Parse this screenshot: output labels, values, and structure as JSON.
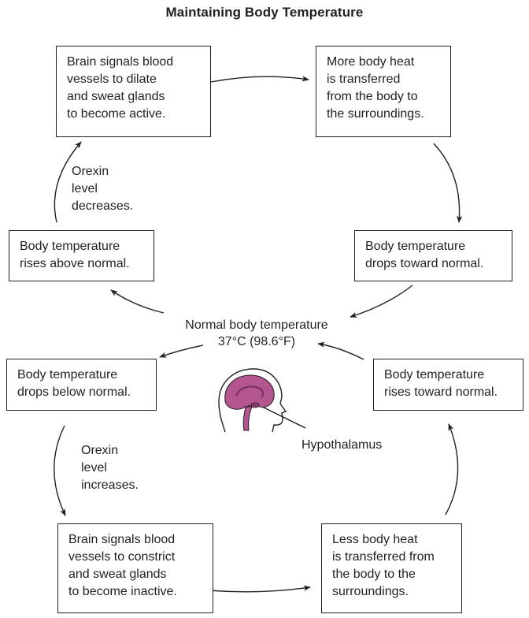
{
  "title": "Maintaining Body Temperature",
  "top_cycle": {
    "brain_signal": "Brain signals blood\nvessels to dilate\nand sweat glands\nto become active.",
    "more_heat": "More body heat\nis transferred\nfrom the body to\nthe surroundings.",
    "drops_toward": "Body temperature\ndrops toward normal.",
    "rises_above": "Body temperature\nrises above normal.",
    "orexin_note": "Orexin\nlevel\ndecreases."
  },
  "center": {
    "line1": "Normal body temperature",
    "line2": "37°C (98.6°F)"
  },
  "bottom_cycle": {
    "drops_below": "Body temperature\ndrops below normal.",
    "rises_toward": "Body temperature\nrises toward normal.",
    "brain_signal": "Brain signals blood\nvessels to constrict\nand sweat glands\nto become inactive.",
    "less_heat": "Less body heat\nis transferred from\nthe body to the\nsurroundings.",
    "orexin_note": "Orexin\nlevel\nincreases."
  },
  "brain_label": "Hypothalamus",
  "colors": {
    "brain": "#b3558f",
    "outline": "#231f20"
  }
}
